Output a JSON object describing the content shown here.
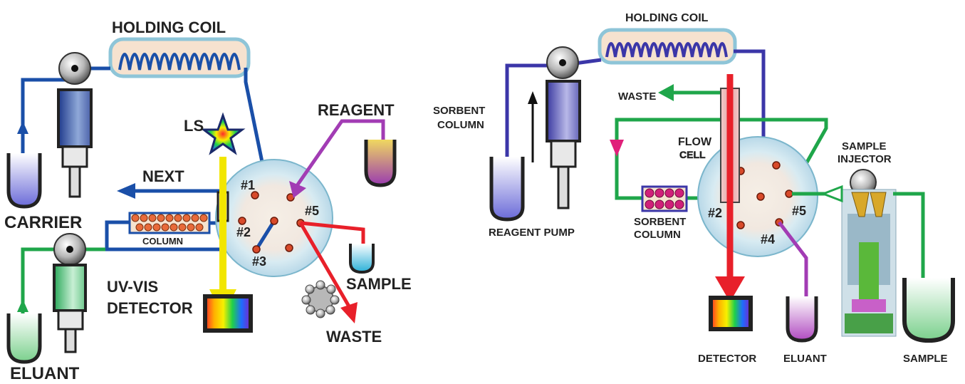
{
  "left": {
    "holding_coil": "HOLDING COIL",
    "carrier": "CARRIER",
    "eluant": "ELUANT",
    "ls": "LS",
    "next": "NEXT",
    "column": "COLUMN",
    "reagent": "REAGENT",
    "sample": "SAMPLE",
    "waste": "WASTE",
    "uvvis_line1": "UV-VIS",
    "uvvis_line2": "DETECTOR",
    "ports": {
      "p1": "#1",
      "p2": "#2",
      "p3": "#3",
      "p5": "#5"
    }
  },
  "right": {
    "holding_coil": "HOLDING COIL",
    "sorbent_column_top_1": "SORBENT",
    "sorbent_column_top_2": "COLUMN",
    "waste": "WASTE",
    "flow_cell_1": "FLOW",
    "flow_cell_2": "CELL",
    "sample_injector_1": "SAMPLE",
    "sample_injector_2": "INJECTOR",
    "reagent_pump": "REAGENT PUMP",
    "sorbent_column_1": "SORBENT",
    "sorbent_column_2": "COLUMN",
    "detector": "DETECTOR",
    "eluant": "ELUANT",
    "sample": "SAMPLE",
    "ports": {
      "p2": "#2",
      "p4": "#4",
      "p5": "#5"
    }
  },
  "colors": {
    "blue_line": "#1a4fa8",
    "green_line": "#1fa64a",
    "red_line": "#e8202a",
    "purple_line": "#a23cb4",
    "indigo_line": "#3b36a8",
    "yellow_beam": "#f2e600",
    "valve_fill": "#cfe3ee"
  }
}
